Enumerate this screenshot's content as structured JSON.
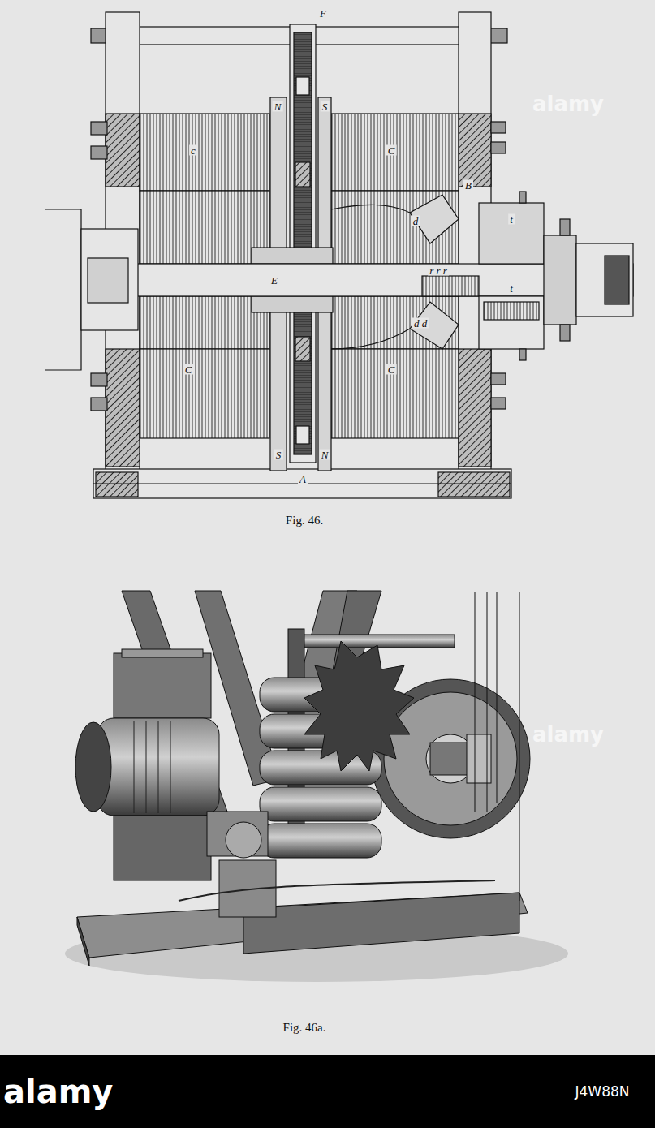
{
  "diagram": {
    "labels": [
      "c",
      "C",
      "C",
      "C",
      "N",
      "S",
      "S",
      "N",
      "F",
      "B",
      "E",
      "A",
      "d",
      "t",
      "r r r",
      "t",
      "d d",
      "Fig. 46.",
      "Fig. 46a.",
      "alamy",
      "alamy",
      "alamy",
      "J4W88N"
    ]
  }
}
